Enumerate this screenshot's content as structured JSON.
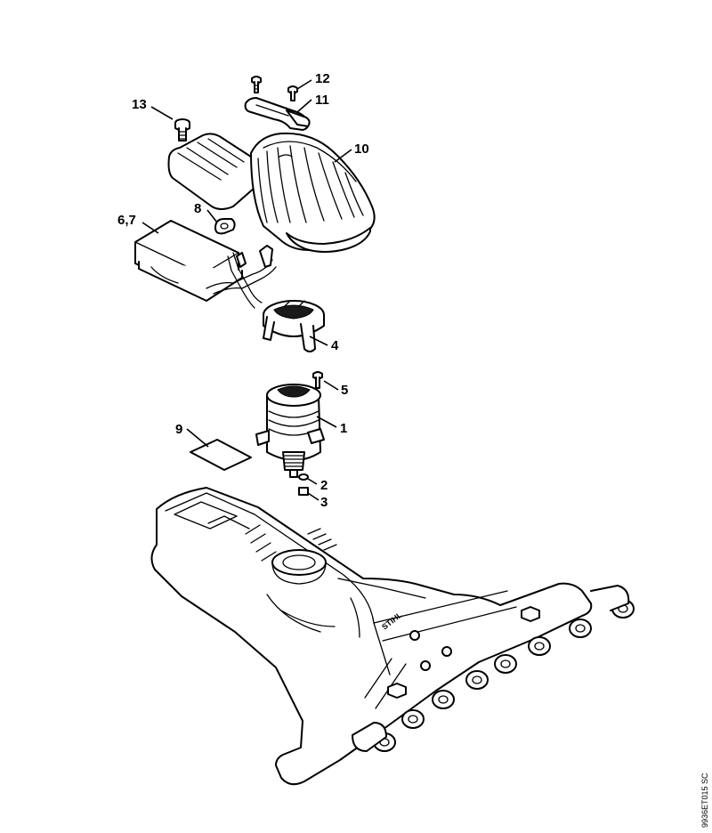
{
  "callouts": {
    "c1": "1",
    "c2": "2",
    "c3": "3",
    "c4": "4",
    "c5": "5",
    "c67": "6,7",
    "c8": "8",
    "c9": "9",
    "c10": "10",
    "c11": "11",
    "c12": "12",
    "c13": "13"
  },
  "housing_logo": "STIHL",
  "drawing_code": "9936ET015 SC"
}
